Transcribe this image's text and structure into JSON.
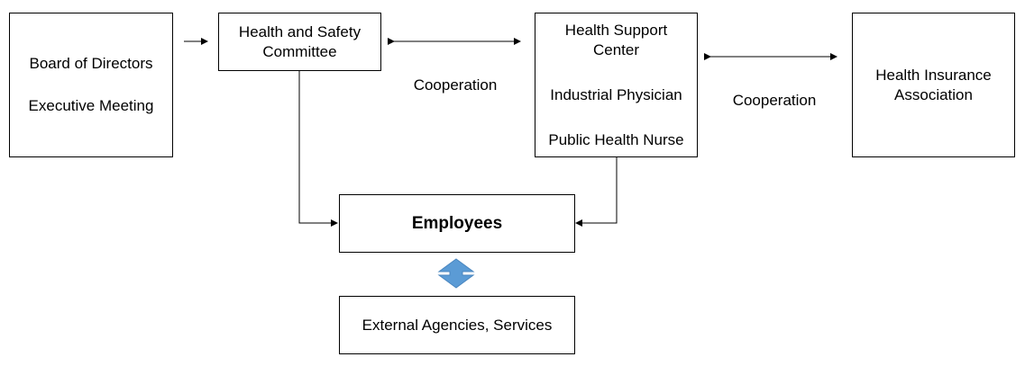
{
  "nodes": {
    "board": {
      "line1": "Board of Directors",
      "line2": "Executive Meeting"
    },
    "committee": {
      "line1": "Health and Safety",
      "line2": "Committee"
    },
    "support": {
      "line1": "Health Support",
      "line2": "Center",
      "line3": "Industrial Physician",
      "line4": "Public Health Nurse"
    },
    "insurance": {
      "line1": "Health Insurance",
      "line2": "Association"
    },
    "employees": {
      "label": "Employees"
    },
    "external": {
      "label": "External Agencies, Services"
    }
  },
  "edges": {
    "cooperation_left": "Cooperation",
    "cooperation_right": "Cooperation"
  },
  "colors": {
    "line": "#000000",
    "accent_arrow": "#5b9bd5"
  }
}
